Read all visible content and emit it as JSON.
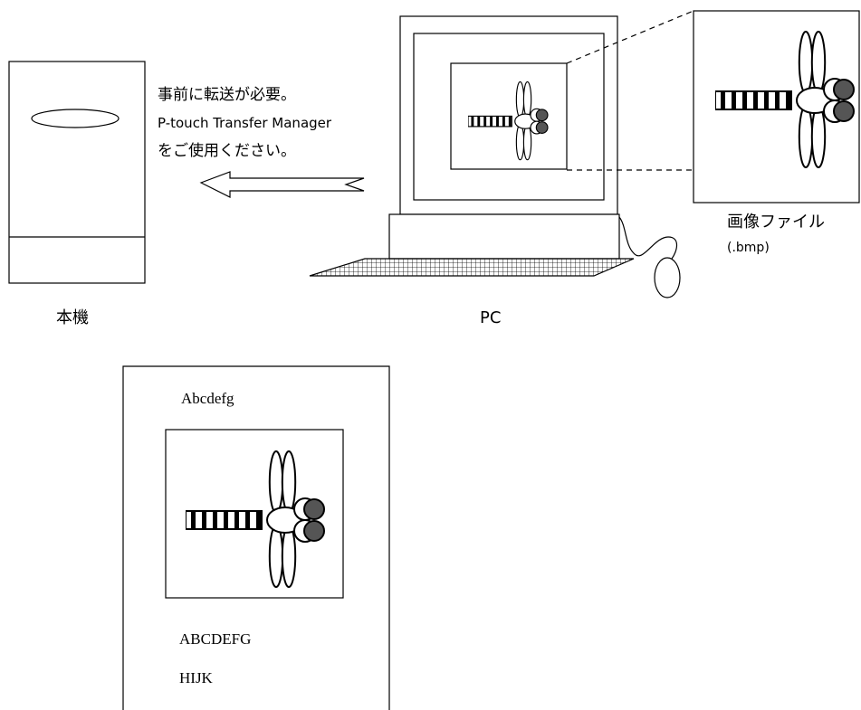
{
  "transfer_note": {
    "line1": "事前に転送が必要。",
    "line2": "P-touch Transfer Manager",
    "line3": "をご使用ください。"
  },
  "labels": {
    "device": "本機",
    "pc": "PC",
    "image_file": "画像ファイル",
    "image_ext": "(.bmp)"
  },
  "printout": {
    "line_top": "Abcdefg",
    "line_mid": "ABCDEFG",
    "line_bottom": "HIJK"
  },
  "icons": {
    "device": "printer-device-icon",
    "pc": "desktop-pc-icon",
    "image": "dragonfly-image-icon",
    "arrow": "left-arrow-icon"
  }
}
